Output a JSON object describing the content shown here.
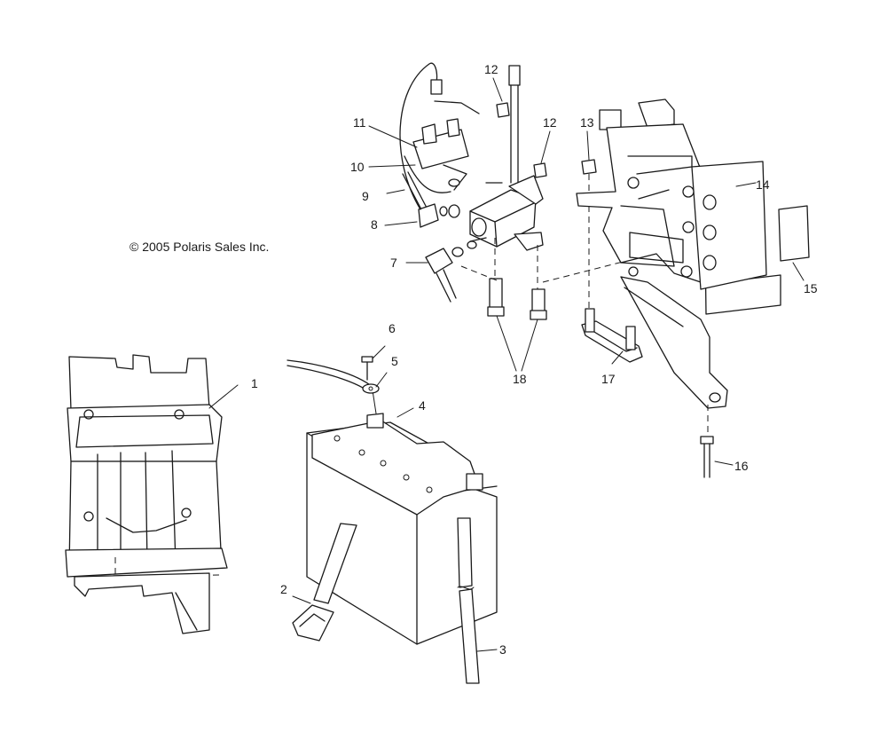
{
  "copyright": "© 2005 Polaris Sales Inc.",
  "callouts": [
    "1",
    "2",
    "3",
    "4",
    "5",
    "6",
    "7",
    "8",
    "9",
    "10",
    "11",
    "12",
    "12",
    "13",
    "14",
    "15",
    "16",
    "17",
    "18"
  ]
}
